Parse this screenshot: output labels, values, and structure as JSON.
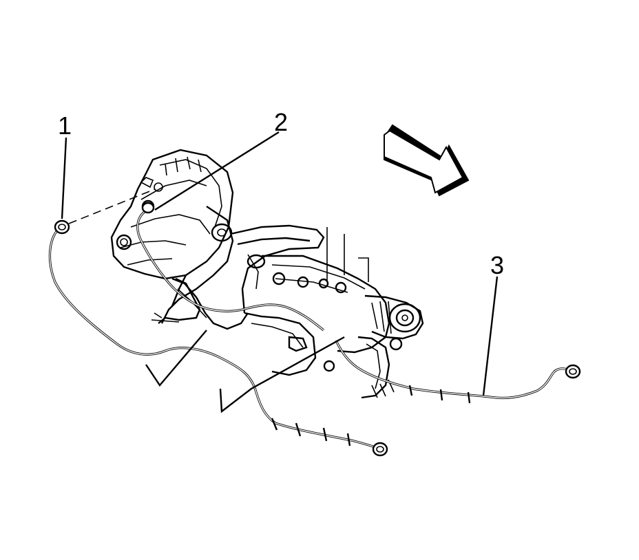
{
  "diagram": {
    "callouts": [
      {
        "id": "1",
        "label": "1"
      },
      {
        "id": "2",
        "label": "2"
      },
      {
        "id": "3",
        "label": "3"
      }
    ],
    "colors": {
      "ink": "#000000",
      "background": "#ffffff",
      "arrow_fill": "#ffffff",
      "arrow_shade": "#000000"
    },
    "icons": {
      "direction_arrow": "front-direction-arrow-icon"
    }
  }
}
